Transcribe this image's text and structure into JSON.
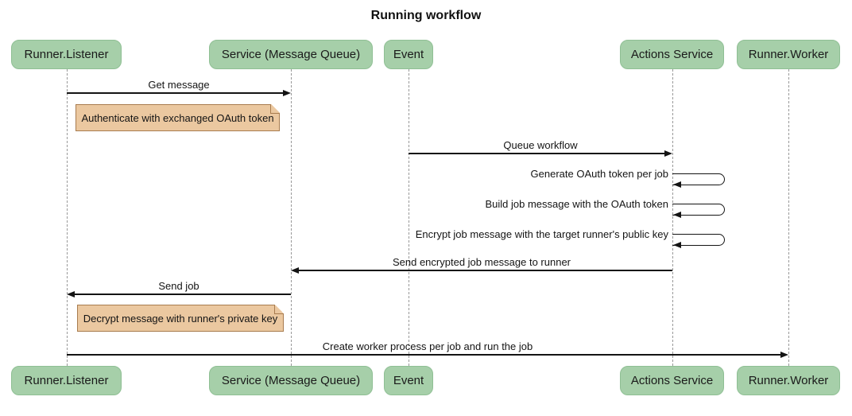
{
  "title": "Running workflow",
  "participants": [
    {
      "id": "runner-listener",
      "label": "Runner.Listener"
    },
    {
      "id": "service-message-queue",
      "label": "Service (Message Queue)"
    },
    {
      "id": "event",
      "label": "Event"
    },
    {
      "id": "actions-service",
      "label": "Actions Service"
    },
    {
      "id": "runner-worker",
      "label": "Runner.Worker"
    }
  ],
  "messages": [
    {
      "label": "Get message",
      "from": "Runner.Listener",
      "to": "Service (Message Queue)",
      "kind": "solid-arrow"
    },
    {
      "label": "Queue workflow",
      "from": "Event",
      "to": "Actions Service",
      "kind": "solid-arrow"
    },
    {
      "label": "Generate OAuth token per job",
      "from": "Actions Service",
      "to": "Actions Service",
      "kind": "self-loop"
    },
    {
      "label": "Build job message with the OAuth token",
      "from": "Actions Service",
      "to": "Actions Service",
      "kind": "self-loop"
    },
    {
      "label": "Encrypt job message with the target runner's public key",
      "from": "Actions Service",
      "to": "Actions Service",
      "kind": "self-loop"
    },
    {
      "label": "Send encrypted job message to runner",
      "from": "Actions Service",
      "to": "Service (Message Queue)",
      "kind": "solid-arrow"
    },
    {
      "label": "Send job",
      "from": "Service (Message Queue)",
      "to": "Runner.Listener",
      "kind": "solid-arrow"
    },
    {
      "label": "Create worker process per job and run the job",
      "from": "Runner.Listener",
      "to": "Runner.Worker",
      "kind": "solid-arrow"
    }
  ],
  "notes": [
    {
      "label": "Authenticate with exchanged OAuth token",
      "near": "Runner.Listener"
    },
    {
      "label": "Decrypt message with runner's private key",
      "near": "Runner.Listener"
    }
  ],
  "colors": {
    "actor_fill": "#a6cfa9",
    "actor_border": "#8fbf94",
    "note_fill": "#ebc8a0",
    "note_border": "#a87c4f",
    "lifeline": "#999999",
    "arrow": "#141414"
  }
}
